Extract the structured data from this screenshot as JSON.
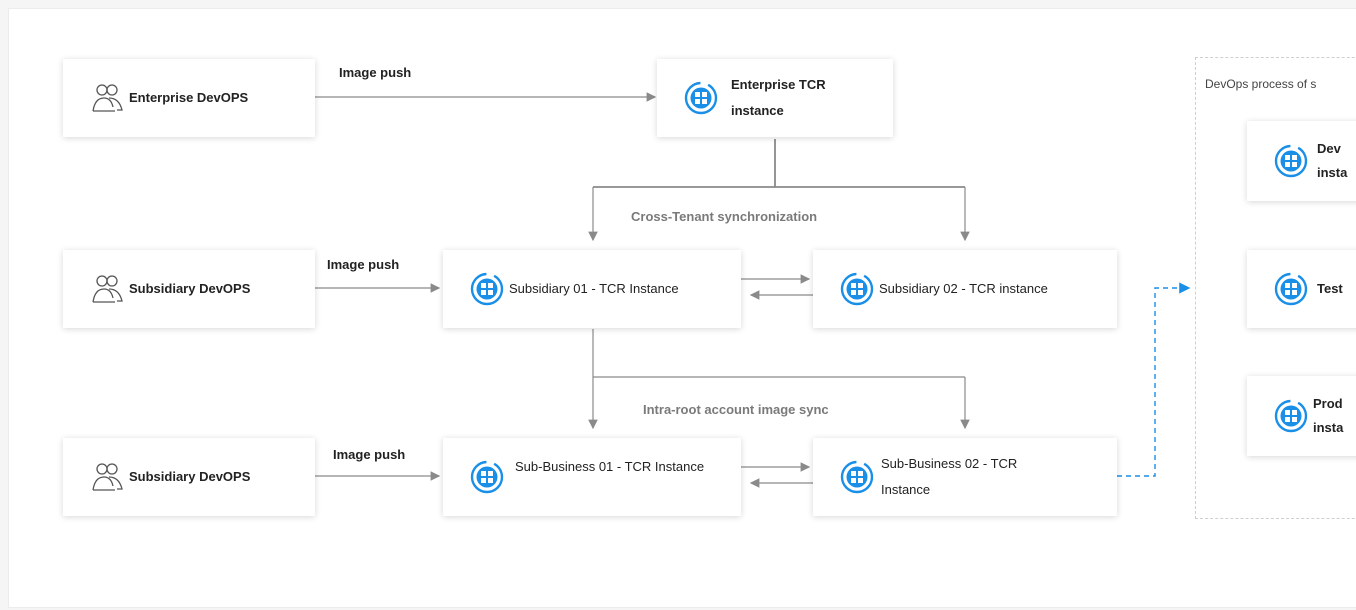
{
  "nodes": {
    "enterprise_devops": "Enterprise DevOPS",
    "enterprise_tcr": "Enterprise TCR instance",
    "subsidiary_devops_1": "Subsidiary DevOPS",
    "subsidiary_01_tcr": "Subsidiary 01 - TCR Instance",
    "subsidiary_02_tcr": "Subsidiary 02 - TCR instance",
    "subsidiary_devops_2": "Subsidiary DevOPS",
    "sub_business_01_tcr": "Sub-Business 01 - TCR Instance",
    "sub_business_02_tcr": "Sub-Business 02 - TCR Instance"
  },
  "edges": {
    "image_push_1": "Image push",
    "image_push_2": "Image push",
    "image_push_3": "Image push",
    "cross_tenant_sync": "Cross-Tenant synchronization",
    "intra_root_sync": "Intra-root account image sync"
  },
  "group": {
    "label": "DevOps process of s",
    "items": [
      "Dev insta",
      "Test",
      "Prod insta"
    ]
  },
  "colors": {
    "accent": "#1a8fe8",
    "line": "#8a8a8a",
    "node_bg": "#ffffff"
  },
  "icons": {
    "user": "user-group-icon",
    "tcr": "tcr-instance-icon"
  }
}
